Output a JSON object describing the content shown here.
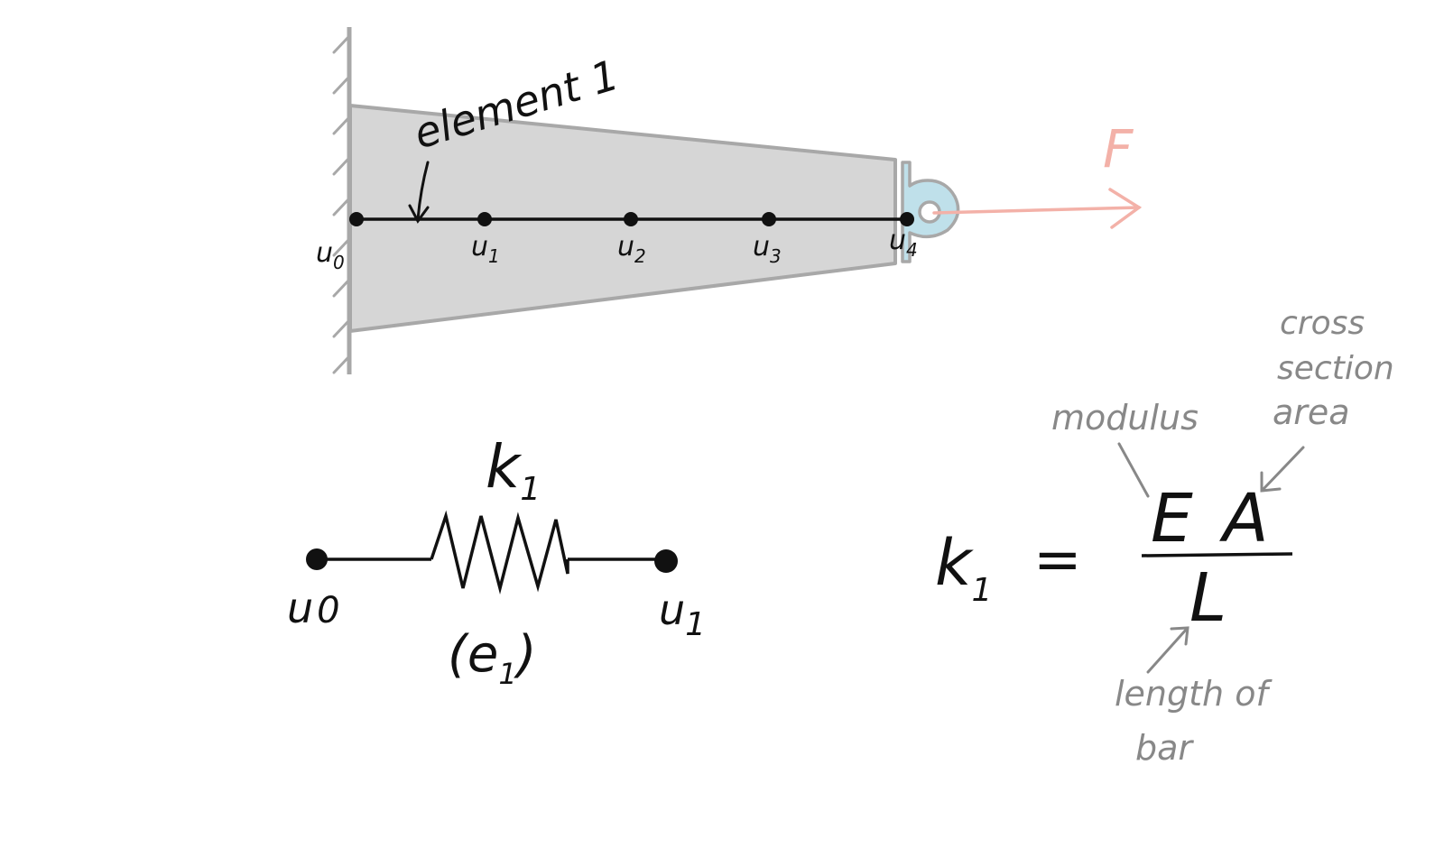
{
  "bar": {
    "element_label": "element 1",
    "nodes": [
      "u",
      "u",
      "u",
      "u",
      "u"
    ],
    "node_subs": [
      "0",
      "1",
      "2",
      "3",
      "4"
    ],
    "force_label": "F",
    "colors": {
      "bar_fill": "#d6d6d6",
      "bar_stroke": "#a8a8a8",
      "wall": "#a8a8a8",
      "bracket": "#bfe0ea",
      "force": "#f3b1a8"
    }
  },
  "spring": {
    "k_label": "k",
    "k_sub": "1",
    "left_node": "u",
    "left_sub": "0",
    "right_node": "u",
    "right_sub": "1",
    "element_tag_open": "(e",
    "element_tag_sub": "1",
    "element_tag_close": ")"
  },
  "formula": {
    "lhs": "k",
    "lhs_sub": "1",
    "equals": "=",
    "numerator_e": "E",
    "numerator_a": "A",
    "denominator": "L",
    "annotations": {
      "modulus": "modulus",
      "cross_line1": "cross",
      "cross_line2": "section",
      "cross_line3": "area",
      "length_line1": "length of",
      "length_line2": "bar"
    }
  }
}
